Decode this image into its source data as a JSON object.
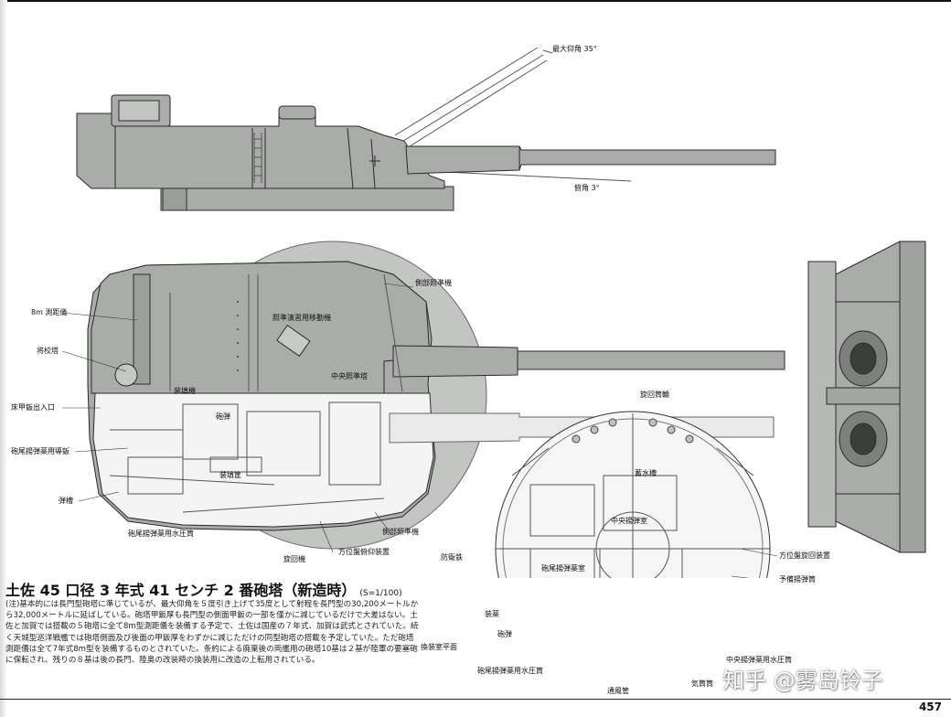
{
  "title": {
    "main": "土佐 45 口径 3 年式 41 センチ 2 番砲塔（新造時）",
    "scale": "(S=1/100)"
  },
  "note": "(注)基本的には長門型砲塔に準じているが、最大仰角を５度引き上げて35度として射程を長門型の30,200メートルから32,000メートルに延ばしている。砲塔甲鈑厚も長門型の側面甲鈑の一部を僅かに減じているだけで大差はない。土佐と加賀では搭載の５砲塔に全て8m型測距儀を装備する予定で、土佐は国産の７年式、加賀は武式とされていた。続く天城型巡洋戦艦では砲塔側面及び後面の甲鈑厚をわずかに減じただけの同型砲塔の搭載を予定していた。ただ砲塔測距儀は全て7年式8m型を装備するものとされていた。条約による廃棄後の両艦用の砲塔10基は２基が陸軍の要塞砲に保転され、残りの８基は後の長門、陸奥の改装時の換装用に改造の上転用されている。",
  "page_number": "457",
  "watermark": "知乎 @雾岛铃子",
  "labels": {
    "max_elevation": "最大仰角 35°",
    "depression": "俯角 3°",
    "rangefinder_8m": "8m 測距儀",
    "periscope_tower": "将校塔",
    "hatch": "床甲鈑出入口",
    "breech_chute": "砲尾揚弾薬用導鈑",
    "shell_rack": "弾槽",
    "loader": "装填機",
    "shell": "砲弾",
    "loading_frame": "装填筐",
    "hoist_cylinder": "砲尾揚弾薬用水圧筒",
    "side_sight": "側部照準機",
    "sight_mechanism": "照準演習用移動機",
    "central_sight_tower": "中央照準塔",
    "side_sight_2": "側部照準機",
    "train_lock": "方位盤俯仰装置",
    "rotating_gear": "旋回機",
    "rotating_ring": "旋回筒輪",
    "water_tank": "蓄水槽",
    "central_hoist_room": "中央揚弾室",
    "breech_hoist_room": "砲尾揚弾薬室",
    "anti_shell": "防衛鉄",
    "powder": "装薬",
    "shell_2": "砲弾",
    "transfer_plane": "換装室平面",
    "hoist_cylinder_2": "砲尾揚弾薬用水圧筒",
    "passage": "通風管",
    "direction_gear": "方位盤旋回装置",
    "spare_hoist": "予備揚弾筒",
    "central_hoist_cylinder": "中央揚弾薬用水圧筒",
    "air_tube": "気筒筒"
  },
  "colors": {
    "turret_fill": "#a9aca9",
    "turret_dark": "#8f928f",
    "line": "#2a2a2a",
    "background": "#ffffff"
  }
}
